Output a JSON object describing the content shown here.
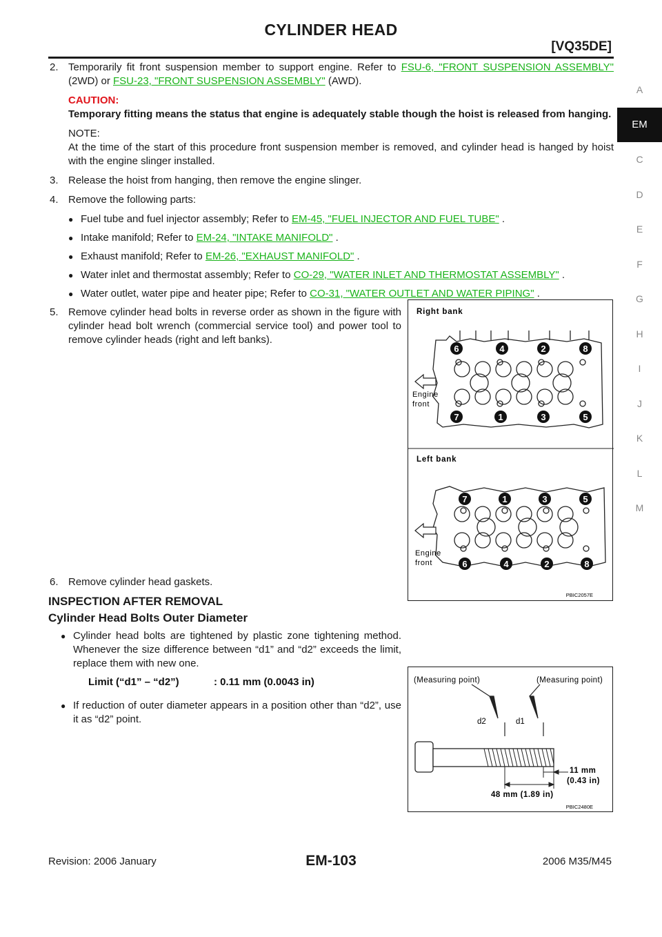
{
  "header": {
    "title": "CYLINDER HEAD",
    "code": "[VQ35DE]"
  },
  "side_tabs": [
    "A",
    "EM",
    "C",
    "D",
    "E",
    "F",
    "G",
    "H",
    "I",
    "J",
    "K",
    "L",
    "M"
  ],
  "step2": {
    "num": "2.",
    "text_a": "Temporarily fit front suspension member to support engine. Refer to ",
    "link1": "FSU-6, \"FRONT SUSPENSION ASSEMBLY\"",
    "text_b": " (2WD) or ",
    "link2": "FSU-23, \"FRONT SUSPENSION ASSEMBLY\"",
    "text_c": " (AWD).",
    "caution_label": "CAUTION:",
    "caution_text": "Temporary fitting means the status that engine is adequately stable though the hoist is released from hanging.",
    "note_label": "NOTE:",
    "note_text": "At the time of the start of this procedure front suspension member is removed, and cylinder head is hanged by hoist with the engine slinger installed."
  },
  "step3": {
    "num": "3.",
    "text": "Release the hoist from hanging, then remove the engine slinger."
  },
  "step4": {
    "num": "4.",
    "text": "Remove the following parts:",
    "items": [
      {
        "text": "Fuel tube and fuel injector assembly; Refer to ",
        "link": "EM-45, \"FUEL INJECTOR AND FUEL TUBE\"",
        "tail": " ."
      },
      {
        "text": "Intake manifold; Refer to ",
        "link": "EM-24, \"INTAKE MANIFOLD\"",
        "tail": " ."
      },
      {
        "text": "Exhaust manifold; Refer to ",
        "link": "EM-26, \"EXHAUST MANIFOLD\"",
        "tail": " ."
      },
      {
        "text": "Water inlet and thermostat assembly; Refer to ",
        "link": "CO-29, \"WATER INLET AND THERMOSTAT ASSEMBLY\"",
        "tail": " ."
      },
      {
        "text": "Water outlet, water pipe and heater pipe; Refer to ",
        "link": "CO-31, \"WATER OUTLET AND WATER PIPING\"",
        "tail": " ."
      }
    ]
  },
  "step5": {
    "num": "5.",
    "text": "Remove cylinder head bolts in reverse order as shown in the figure with cylinder head bolt wrench (commercial service tool) and power tool to remove cylinder heads (right and left banks)."
  },
  "step6": {
    "num": "6.",
    "text": "Remove cylinder head gaskets."
  },
  "section": {
    "heading": "INSPECTION AFTER REMOVAL",
    "subheading": "Cylinder Head Bolts Outer Diameter",
    "bullet1": "Cylinder head bolts are tightened by plastic zone tightening method. Whenever the size difference between “d1” and “d2” exceeds the limit, replace them with new one.",
    "limit_label": "Limit (“d1” – “d2”)",
    "limit_value": ": 0.11 mm (0.0043 in)",
    "bullet2": "If reduction of outer diameter appears in a position other than “d2”, use it as “d2” point."
  },
  "figure1": {
    "right_bank": "Right bank",
    "left_bank": "Left bank",
    "engine": "Engine",
    "front": "front",
    "code": "PBIC2057E",
    "right_top": [
      "6",
      "4",
      "2",
      "8"
    ],
    "right_bottom": [
      "7",
      "1",
      "3",
      "5"
    ],
    "left_top": [
      "7",
      "1",
      "3",
      "5"
    ],
    "left_bottom": [
      "6",
      "4",
      "2",
      "8"
    ]
  },
  "figure2": {
    "mp_left": "(Measuring point)",
    "mp_right": "(Measuring point)",
    "d2": "d2",
    "d1": "d1",
    "dim_11": "11 mm",
    "dim_11_in": "(0.43 in)",
    "dim_48": "48 mm (1.89 in)",
    "code": "PBIC2480E"
  },
  "footer": {
    "revision": "Revision: 2006 January",
    "page": "EM-103",
    "model": "2006 M35/M45"
  }
}
